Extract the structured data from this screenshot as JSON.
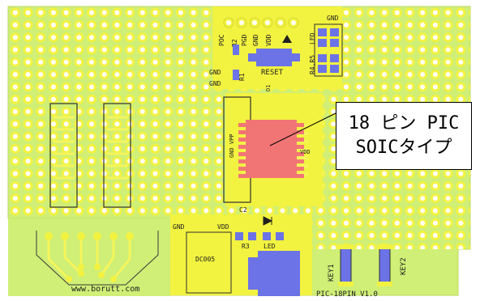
{
  "colors": {
    "board": "#cfef76",
    "copper": "#f2f240",
    "trace": "#f5f55a",
    "hole": "#ffffff",
    "chip": "#f27575",
    "smd": "#6c73e6",
    "outline": "#303030"
  },
  "labels": {
    "poc": "POC",
    "r2": "R2",
    "pgd": "PGD",
    "gnd_top": "GND",
    "vdd_top": "VDD",
    "gnd_left1": "GND",
    "gnd_left2": "GND",
    "r1": "R1",
    "reset": "RESET",
    "d1": "D1",
    "led_top": "LED",
    "gnd_top_right": "GND",
    "r4r5": "R4,R5",
    "gnd_vpp": "GND VPP",
    "vdd_mid": "VDD",
    "c2": "C2",
    "gnd_bottom": "GND",
    "vdd_bottom": "VDD",
    "r3": "R3",
    "led_bottom": "LED",
    "dc005": "DC005",
    "key1": "KEY1",
    "key2": "KEY2",
    "website": "www.borutt.com",
    "board_name": "PIC-18PIN V1.0"
  },
  "callout": {
    "line1": "18 ピン PIC",
    "line2": "SOICタイプ"
  }
}
